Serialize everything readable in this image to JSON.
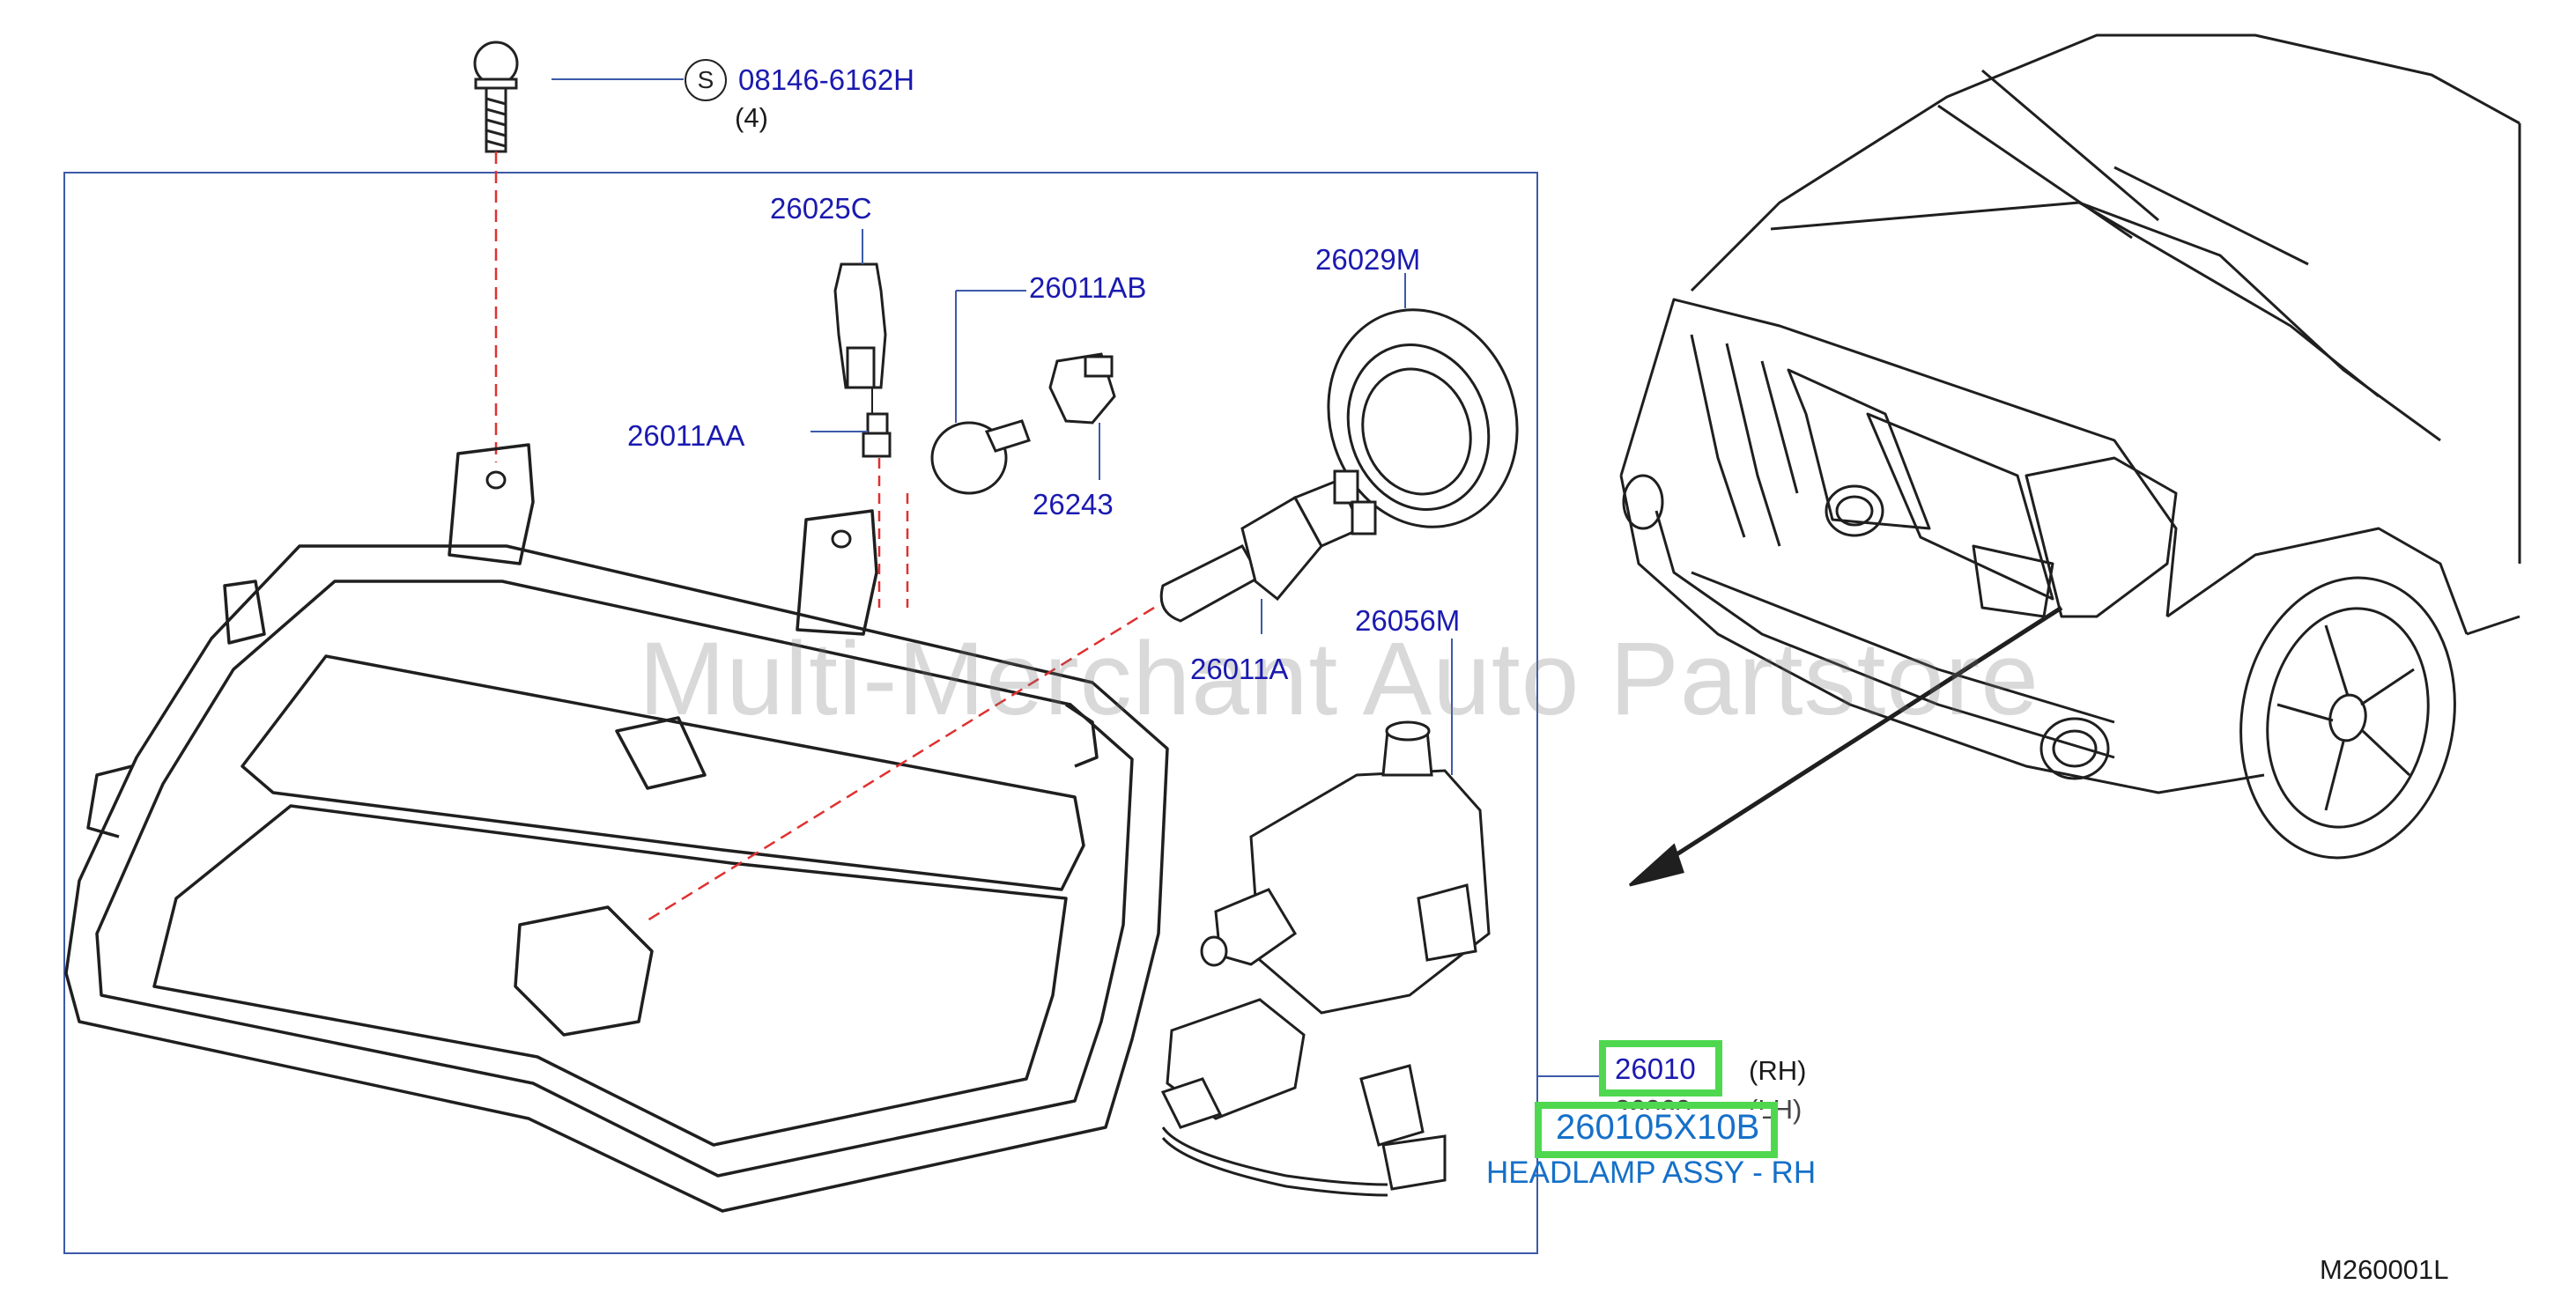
{
  "parts": {
    "bolt": "08146-6162H",
    "bolt_qty": "(4)",
    "bolt_symbol": "S",
    "socket_top": "26025C",
    "bulb_small": "26011AB",
    "bulb_wedge": "26011AA",
    "socket_small": "26243",
    "cap": "26029M",
    "bulb_main": "26011A",
    "leveler": "26056M"
  },
  "assembly": {
    "rh_number": "26010",
    "rh_suffix": "(RH)",
    "lh_number": "26060",
    "lh_suffix": "(LH)",
    "part_number": "260105X10B",
    "description": "HEADLAMP ASSY - RH"
  },
  "diagram_code": "M260001L",
  "watermark": "Multi-Merchant Auto Partstore",
  "colors": {
    "label_blue": "#1a1ab0",
    "highlight_green": "#4fd84f",
    "frame_blue": "#3c5aa8",
    "leader_red": "#e03030"
  }
}
